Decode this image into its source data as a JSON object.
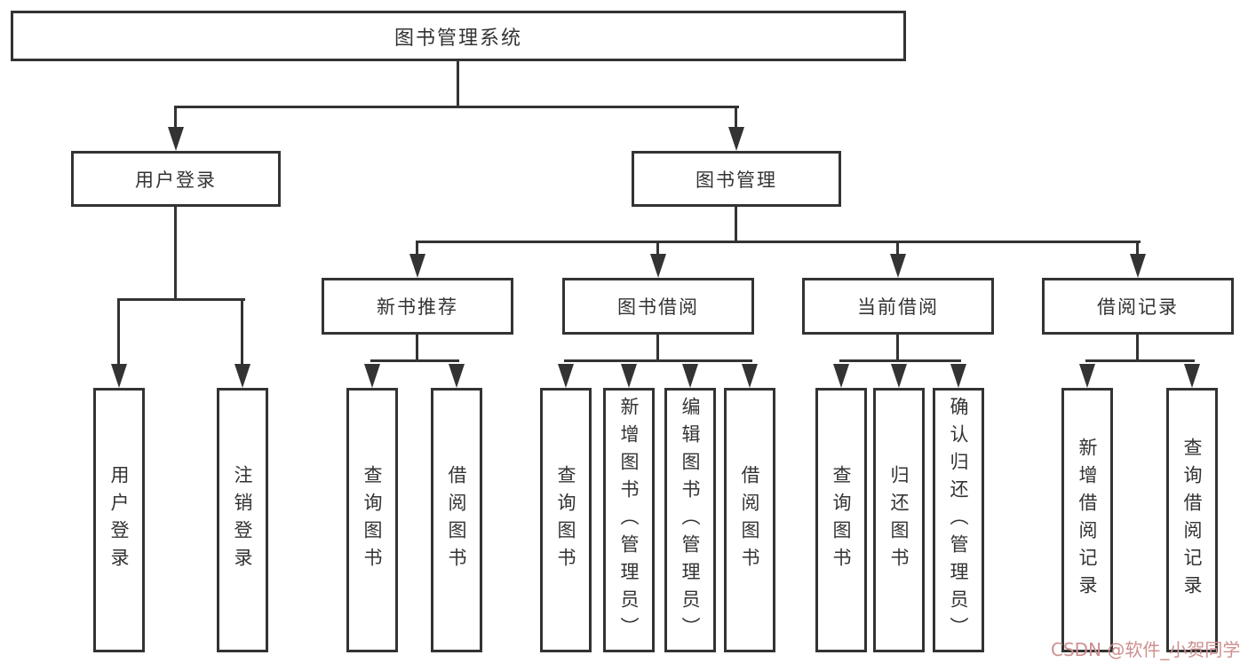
{
  "diagram": {
    "root": {
      "label": "图书管理系统"
    },
    "branches": [
      {
        "label": "用户登录",
        "children": [
          {
            "label": "用户登录"
          },
          {
            "label": "注销登录"
          }
        ]
      },
      {
        "label": "图书管理",
        "children": [
          {
            "label": "新书推荐",
            "children": [
              {
                "label": "查询图书"
              },
              {
                "label": "借阅图书"
              }
            ]
          },
          {
            "label": "图书借阅",
            "children": [
              {
                "label": "查询图书"
              },
              {
                "label": "新增图书（管理员）"
              },
              {
                "label": "编辑图书（管理员）"
              },
              {
                "label": "借阅图书"
              }
            ]
          },
          {
            "label": "当前借阅",
            "children": [
              {
                "label": "查询图书"
              },
              {
                "label": "归还图书"
              },
              {
                "label": "确认归还（管理员）"
              }
            ]
          },
          {
            "label": "借阅记录",
            "children": [
              {
                "label": "新增借阅记录"
              },
              {
                "label": "查询借阅记录"
              }
            ]
          }
        ]
      }
    ]
  },
  "watermark": {
    "text": "CSDN @软件_小贺同学",
    "color": "#cf8f8f"
  },
  "colors": {
    "line": "#333333",
    "background": "#ffffff",
    "text": "#333333"
  }
}
